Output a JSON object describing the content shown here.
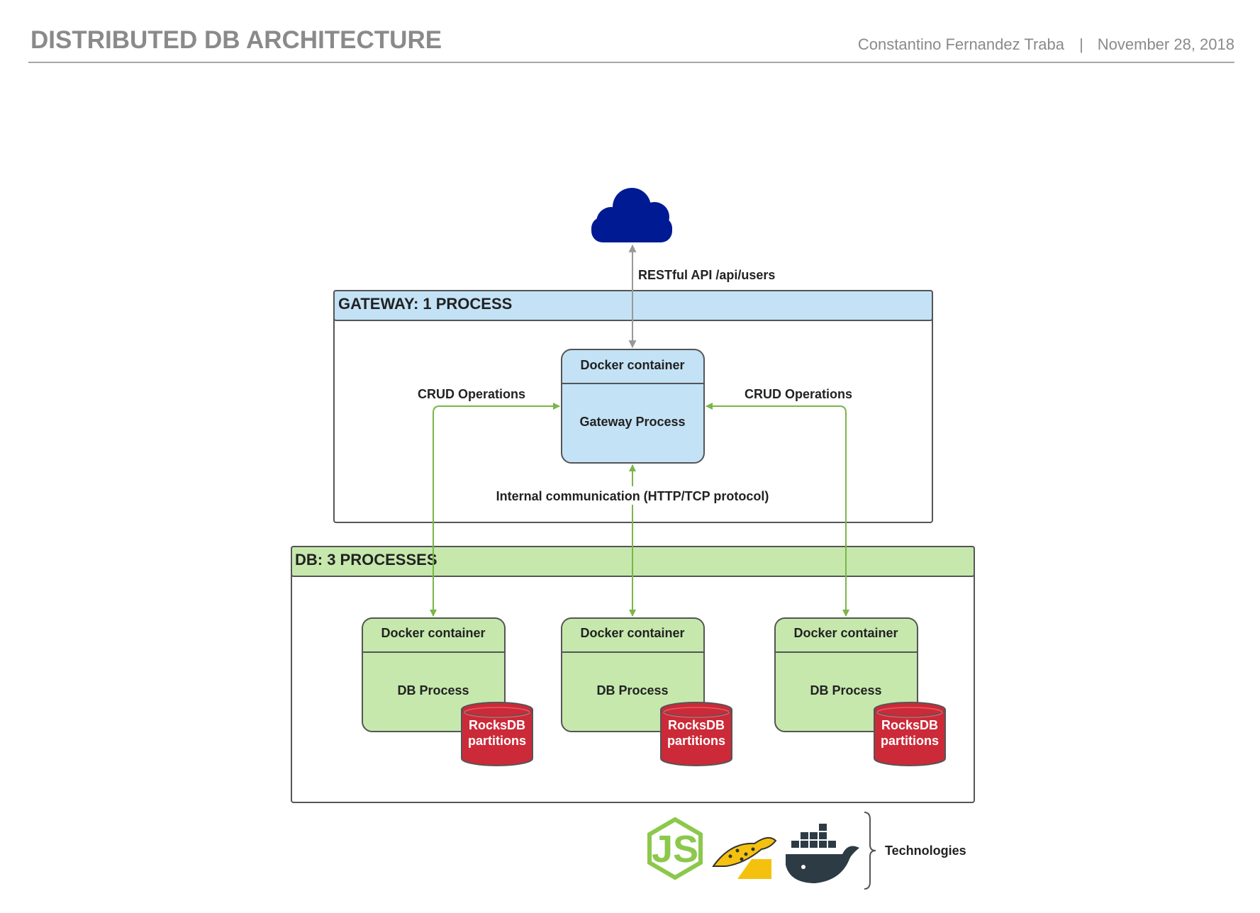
{
  "header": {
    "title": "DISTRIBUTED DB ARCHITECTURE",
    "author": "Constantino Fernandez Traba",
    "separator": "|",
    "date": "November 28, 2018"
  },
  "edges": {
    "restful_label": "RESTful API /api/users",
    "crud_left_label": "CRUD Operations",
    "crud_right_label": "CRUD Operations",
    "internal_label": "Internal communication (HTTP/TCP protocol)"
  },
  "gateway": {
    "title": "GATEWAY: 1 PROCESS",
    "container_header": "Docker container",
    "process_label": "Gateway Process"
  },
  "db": {
    "title": "DB: 3 PROCESSES",
    "containers": [
      {
        "header": "Docker container",
        "process": "DB Process",
        "storage_line1": "RocksDB",
        "storage_line2": "partitions"
      },
      {
        "header": "Docker container",
        "process": "DB Process",
        "storage_line1": "RocksDB",
        "storage_line2": "partitions"
      },
      {
        "header": "Docker container",
        "process": "DB Process",
        "storage_line1": "RocksDB",
        "storage_line2": "partitions"
      }
    ]
  },
  "technologies": {
    "label": "Technologies",
    "icons": [
      "nodejs-icon",
      "cheetah-icon",
      "docker-icon"
    ]
  },
  "icons": {
    "cloud": "cloud-icon"
  },
  "colors": {
    "gateway_fill": "#c3e2f5",
    "db_fill": "#c6e8ad",
    "storage_fill": "#cc2a38",
    "cloud_fill": "#001a94",
    "arrow_green": "#7ab648",
    "arrow_gray": "#999999",
    "header_text": "#8a8a8a"
  }
}
